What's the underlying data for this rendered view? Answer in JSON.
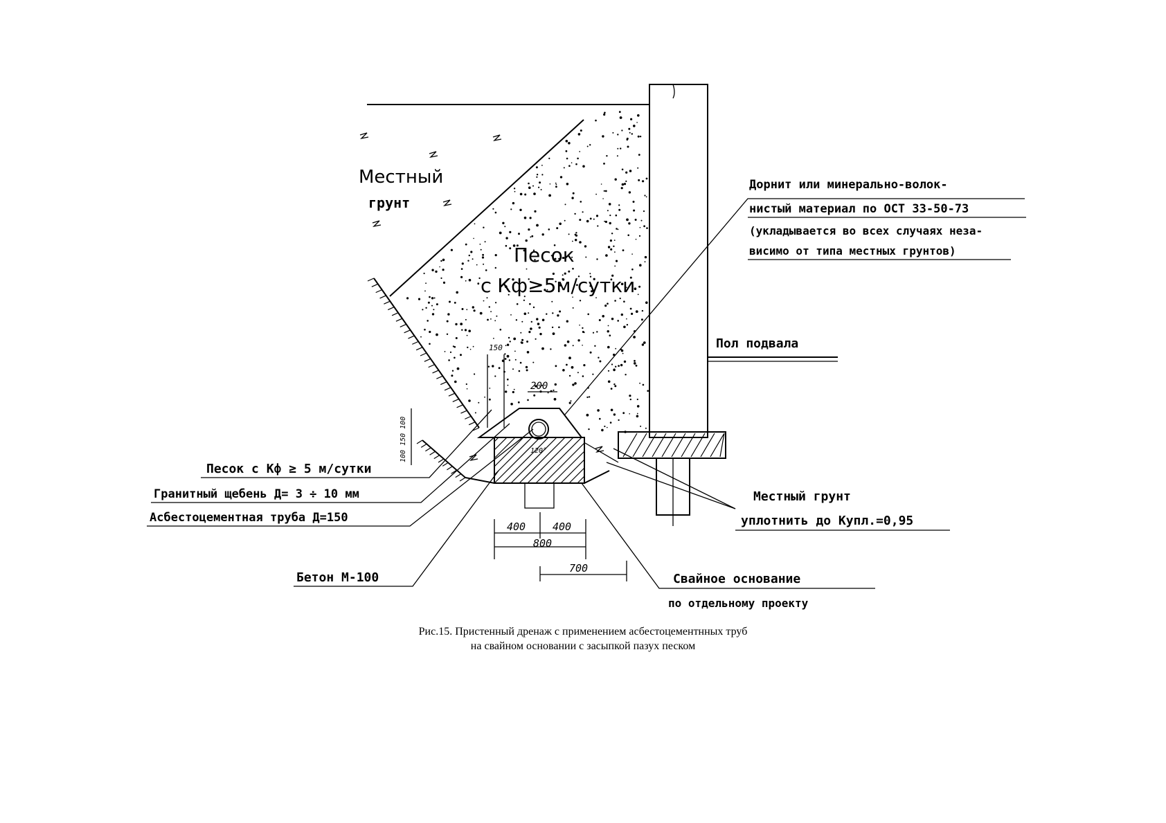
{
  "labels": {
    "local_soil": [
      "Местный",
      "грунт"
    ],
    "sand_center": [
      "Песок",
      "с Кф≥5м/сутки"
    ],
    "dornit": [
      "Дорнит или минерально-волок-",
      "нистый материал по ОСТ 33-50-73",
      "(укладывается во всех случаях неза-",
      "висимо от типа местных грунтов)"
    ],
    "basement_floor": "Пол подвала",
    "sand_left": "Песок с Кф ≥ 5 м/сутки",
    "granite": "Гранитный щебень Д= 3 ÷ 10 мм",
    "pipe": "Асбестоцементная труба Д=150",
    "concrete": "Бетон М-100",
    "local_soil_right": [
      "Местный грунт",
      "уплотнить до Купл.=0,95"
    ],
    "pile": [
      "Свайное основание",
      "по отдельному проекту"
    ]
  },
  "dimensions": {
    "d150": "150",
    "d200": "200",
    "d120": "120°",
    "d400a": "400",
    "d400b": "400",
    "d800": "800",
    "d700": "700",
    "vert": "100 150 100"
  },
  "caption": [
    "Рис.15. Пристенный дренаж с применением асбестоцементнных труб",
    "на свайном основании с засыпкой пазух песком"
  ],
  "colors": {
    "ink": "#000000",
    "paper": "#ffffff"
  }
}
